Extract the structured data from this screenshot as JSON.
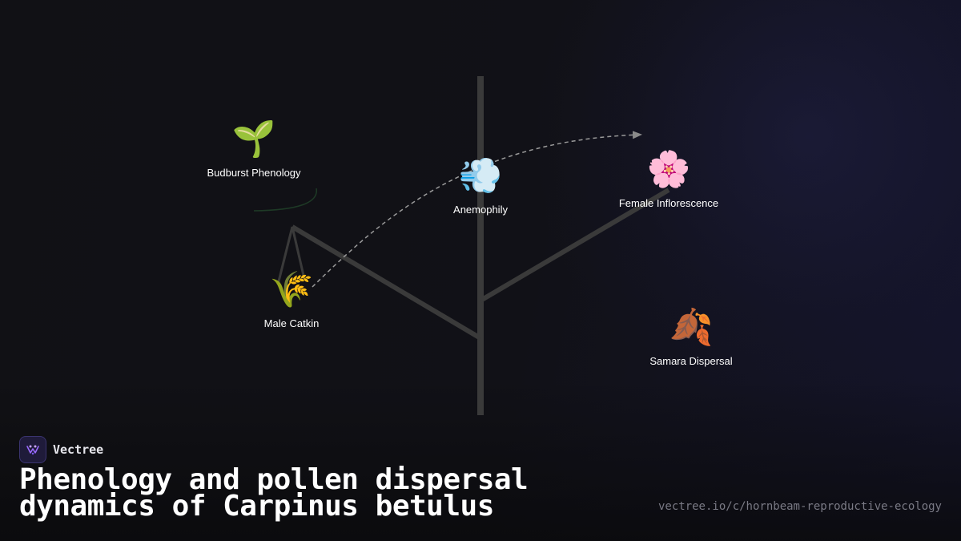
{
  "brand": {
    "name": "Vectree"
  },
  "title": "Phenology and pollen dispersal dynamics of Carpinus betulus",
  "url": "vectree.io/c/hornbeam-reproductive-ecology",
  "nodes": [
    {
      "id": "budburst",
      "emoji": "🌱",
      "label": "Budburst Phenology",
      "icon": "seedling-icon"
    },
    {
      "id": "anemophily",
      "emoji": "💨",
      "label": "Anemophily",
      "icon": "wind-icon"
    },
    {
      "id": "female",
      "emoji": "🌸",
      "label": "Female Inflorescence",
      "icon": "blossom-icon"
    },
    {
      "id": "catkin",
      "emoji": "🌾",
      "label": "Male Catkin",
      "icon": "catkin-icon"
    },
    {
      "id": "samara",
      "emoji": "🍂",
      "label": "Samara Dispersal",
      "icon": "fallen-leaf-icon"
    }
  ],
  "colors": {
    "branch": "#3a3a3a",
    "dashed_link": "#9a9a9a",
    "background": "#111116",
    "accent": "#7c5cff"
  }
}
